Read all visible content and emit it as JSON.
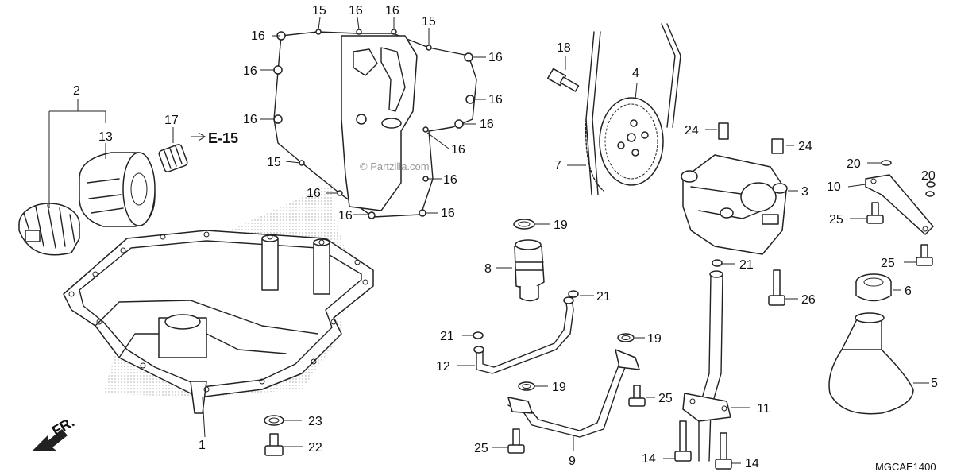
{
  "callouts": {
    "c1": "1",
    "c2": "2",
    "c3": "3",
    "c4": "4",
    "c5": "5",
    "c6": "6",
    "c7": "7",
    "c8": "8",
    "c9": "9",
    "c10": "10",
    "c11": "11",
    "c12": "12",
    "c13": "13",
    "c14": "14",
    "c15": "15",
    "c16": "16",
    "c17": "17",
    "c18": "18",
    "c19": "19",
    "c20": "20",
    "c21": "21",
    "c22": "22",
    "c23": "23",
    "c24": "24",
    "c25": "25",
    "c26": "26"
  },
  "reference": "E-15",
  "watermark": "© Partzilla.com",
  "direction_label": "FR.",
  "drawing_code": "MGCAE1400"
}
